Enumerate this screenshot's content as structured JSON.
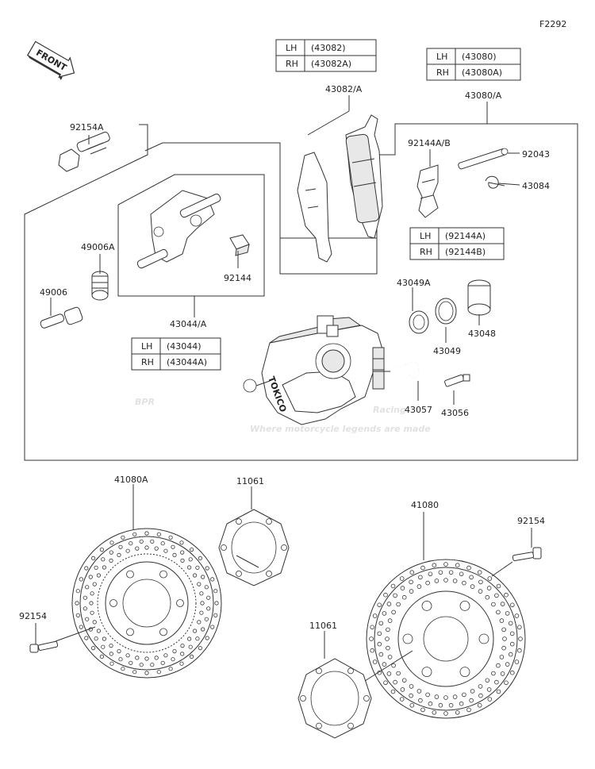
{
  "figure_id": "F2292",
  "front_label": "FRONT",
  "watermark": {
    "brand": "BPR",
    "sub": "Racing",
    "tagline": "Where motorcycle legends are made"
  },
  "callouts": {
    "p92154A": "92154A",
    "p49006A": "49006A",
    "p49006": "49006",
    "p43082A": "43082/A",
    "p43080A": "43080/A",
    "p92144AB": "92144A/B",
    "p92043": "92043",
    "p43084": "43084",
    "p92144": "92144",
    "p43044A": "43044/A",
    "p43049A": "43049A",
    "p43049": "43049",
    "p43048": "43048",
    "p43057": "43057",
    "p43056": "43056",
    "p41080A": "41080A",
    "p11061a": "11061",
    "p41080": "41080",
    "p92154a": "92154",
    "p92154b": "92154",
    "p11061b": "11061"
  },
  "tables": {
    "t43082": [
      {
        "side": "LH",
        "part": "(43082)"
      },
      {
        "side": "RH",
        "part": "(43082A)"
      }
    ],
    "t43080": [
      {
        "side": "LH",
        "part": "(43080)"
      },
      {
        "side": "RH",
        "part": "(43080A)"
      }
    ],
    "t92144": [
      {
        "side": "LH",
        "part": "(92144A)"
      },
      {
        "side": "RH",
        "part": "(92144B)"
      }
    ],
    "t43044": [
      {
        "side": "LH",
        "part": "(43044)"
      },
      {
        "side": "RH",
        "part": "(43044A)"
      }
    ]
  },
  "caliper_logo": "TOKICO"
}
